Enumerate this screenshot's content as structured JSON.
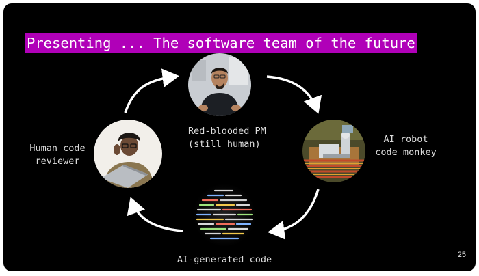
{
  "slide": {
    "title": "Presenting ... The software team of the future",
    "page_number": "25",
    "accent_color": "#b000b8",
    "background_color": "#000000"
  },
  "nodes": {
    "pm": {
      "caption_lines": [
        "Red-blooded PM",
        "(still human)"
      ],
      "image": "person-photo"
    },
    "robot": {
      "caption_lines": [
        "AI robot",
        "code monkey"
      ],
      "image": "robot-photo"
    },
    "code": {
      "caption": "AI-generated code",
      "image": "code-sphere-image"
    },
    "reviewer": {
      "caption_lines": [
        "Human code",
        "reviewer"
      ],
      "image": "person-laptop-photo"
    }
  },
  "cycle_direction": "clockwise"
}
